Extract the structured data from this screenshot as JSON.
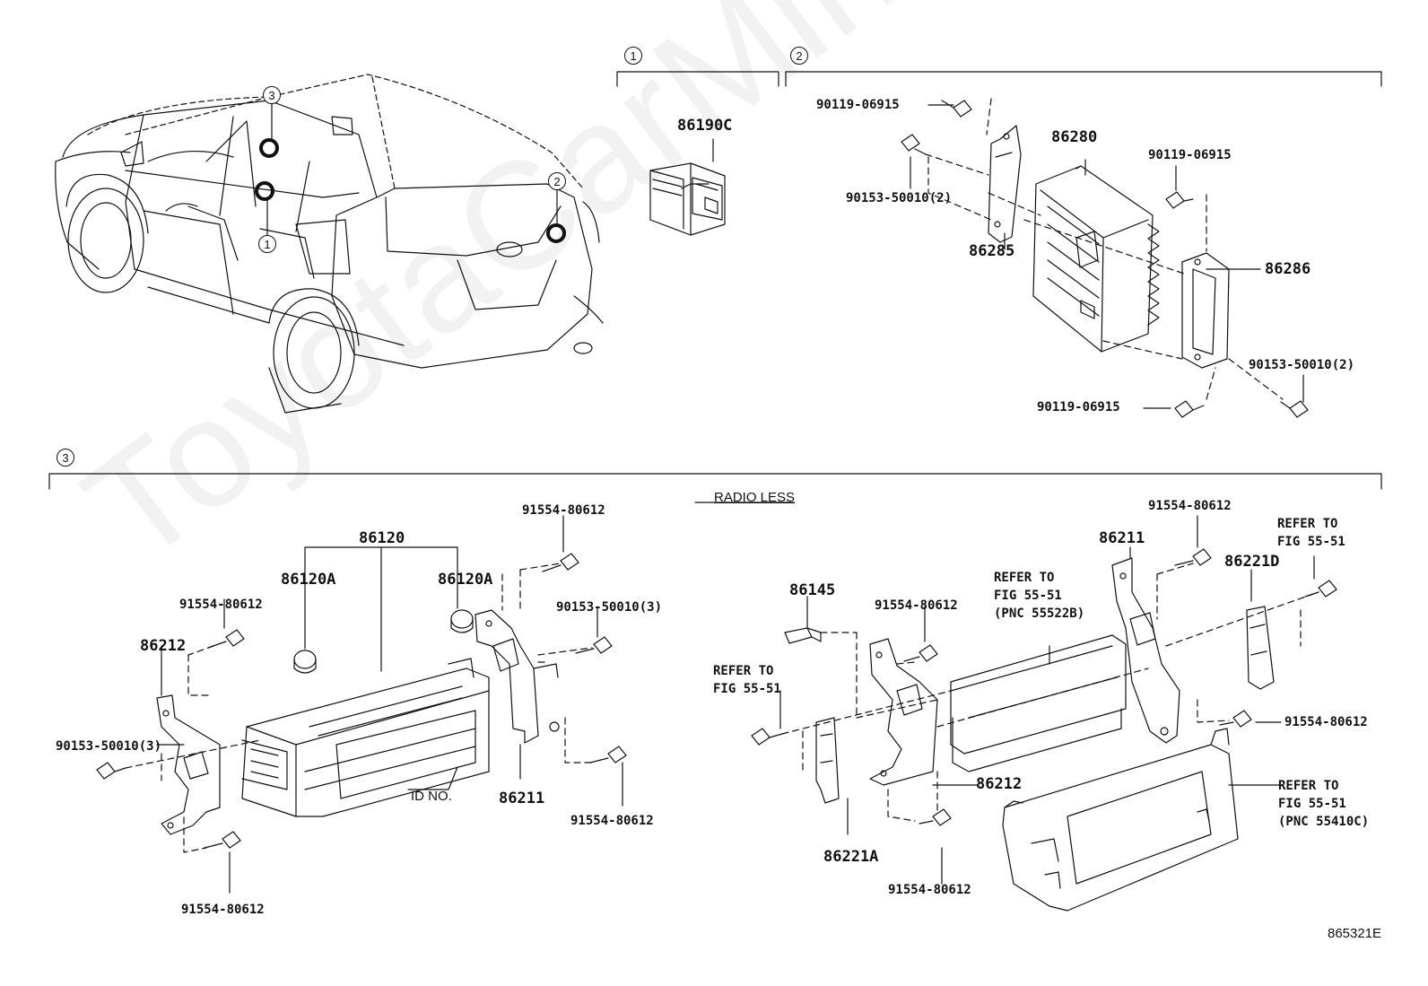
{
  "watermark": "ToyotaCarMini.ru",
  "sections": [
    {
      "num": "1"
    },
    {
      "num": "2"
    },
    {
      "num": "3"
    }
  ],
  "car_callouts": [
    "3",
    "1",
    "2"
  ],
  "labels": {
    "p86190C": "86190C",
    "p90119_a": "90119-06915",
    "p90119_b": "90119-06915",
    "p90119_c": "90119-06915",
    "p90153_2a": "90153-50010(2)",
    "p90153_2b": "90153-50010(2)",
    "p86280": "86280",
    "p86285": "86285",
    "p86286": "86286",
    "radio_less": "RADIO LESS",
    "p86120": "86120",
    "p86120A_l": "86120A",
    "p86120A_r": "86120A",
    "p86212_l": "86212",
    "p86212_r": "86212",
    "p86211_l": "86211",
    "p86211_r": "86211",
    "p91554_1": "91554-80612",
    "p91554_2": "91554-80612",
    "p91554_3": "91554-80612",
    "p91554_4": "91554-80612",
    "p91554_5": "91554-80612",
    "p91554_6": "91554-80612",
    "p91554_7": "91554-80612",
    "p91554_8": "91554-80612",
    "p90153_3a": "90153-50010(3)",
    "p90153_3b": "90153-50010(3)",
    "id_no": "ID NO.",
    "p86145": "86145",
    "p86221D": "86221D",
    "p86221A": "86221A",
    "refer_1": "REFER TO\nFIG 55-51",
    "refer_2": "REFER TO\nFIG 55-51\n(PNC 55522B)",
    "refer_3": "REFER TO\nFIG 55-51",
    "refer_4": "REFER TO\nFIG 55-51\n(PNC 55410C)",
    "fig_code": "865321E"
  }
}
